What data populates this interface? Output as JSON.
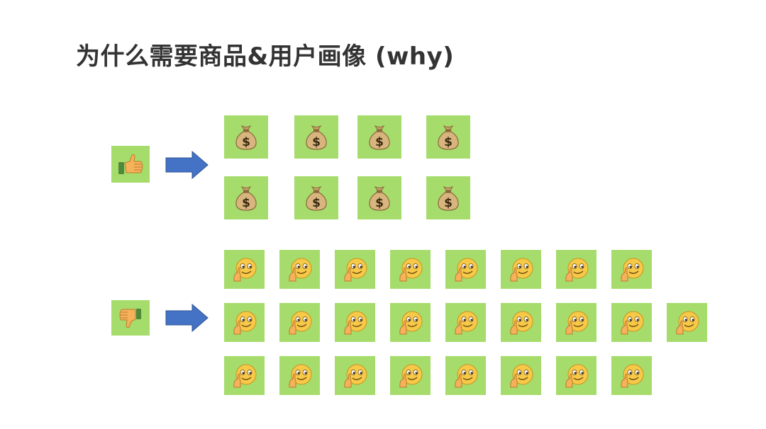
{
  "slide": {
    "title": "为什么需要商品&用户画像 (why)"
  },
  "good_row": {
    "indicator_icon": "thumbs-up-icon",
    "arrow_icon": "arrow-right-icon",
    "items_icon": "money-bag-icon",
    "count": 8
  },
  "bad_row": {
    "indicator_icon": "thumbs-down-icon",
    "arrow_icon": "arrow-right-icon",
    "items_icon": "thinking-face-icon",
    "count": 25
  },
  "colors": {
    "tile": "#a6dc6c",
    "arrow": "#4472c4",
    "title": "#333333"
  }
}
